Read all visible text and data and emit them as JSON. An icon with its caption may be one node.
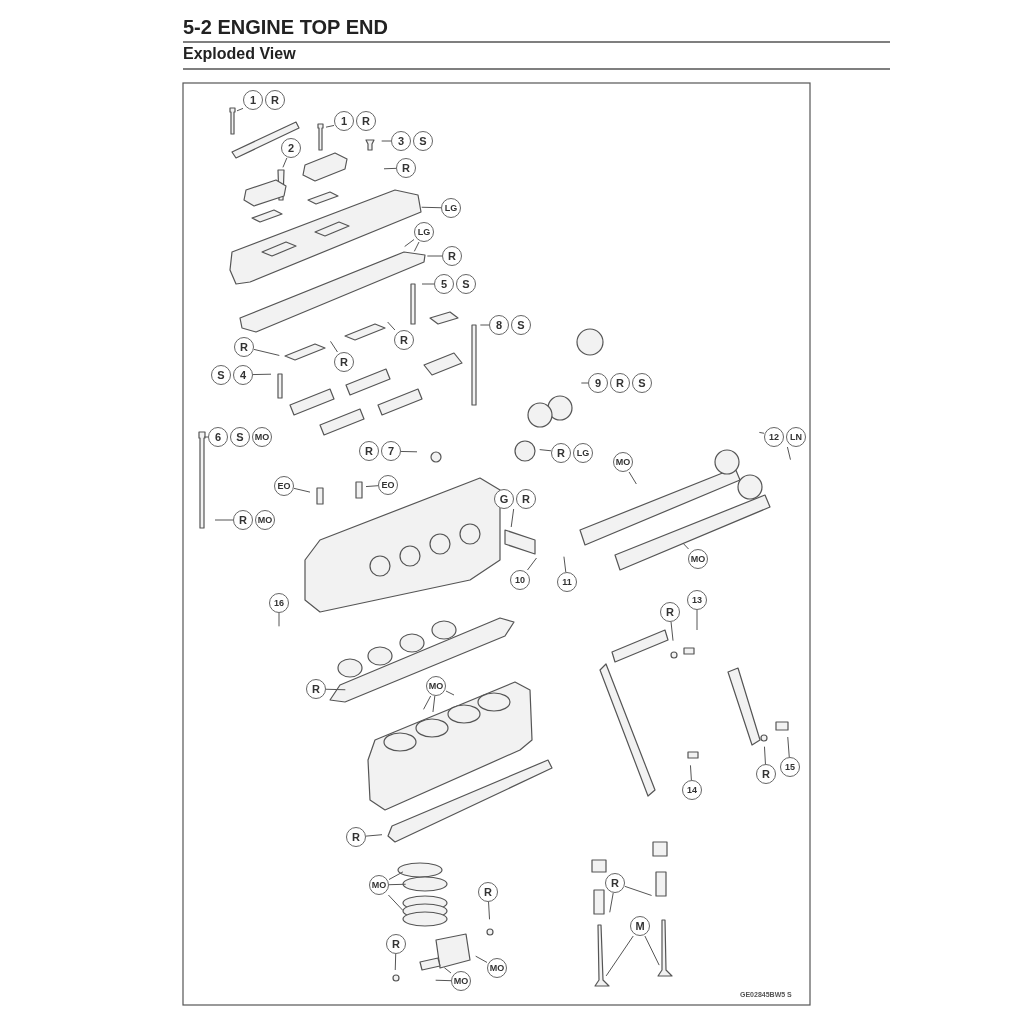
{
  "diagram": {
    "title": "5-2 ENGINE TOP END",
    "nodes": [
      {
        "text": [
          "1",
          "R"
        ]
      },
      {
        "text": [
          "1",
          "R"
        ]
      },
      {
        "text": [
          "2"
        ]
      },
      {
        "text": [
          "3",
          "S"
        ]
      },
      {
        "text": [
          "R"
        ]
      },
      {
        "text": [
          "LG"
        ]
      },
      {
        "text": [
          "LG"
        ]
      },
      {
        "text": [
          "R"
        ]
      },
      {
        "text": [
          "5",
          "S"
        ]
      },
      {
        "text": [
          "8",
          "S"
        ]
      },
      {
        "text": [
          "R"
        ]
      },
      {
        "text": [
          "R"
        ]
      },
      {
        "text": [
          "R"
        ]
      },
      {
        "text": [
          "S",
          "4"
        ]
      },
      {
        "text": [
          "9",
          "R",
          "S"
        ]
      },
      {
        "text": [
          "6",
          "S",
          "MO"
        ]
      },
      {
        "text": [
          "R",
          "7"
        ]
      },
      {
        "text": [
          "R",
          "LG"
        ]
      },
      {
        "text": [
          "12",
          "LN"
        ]
      },
      {
        "text": [
          "MO"
        ]
      },
      {
        "text": [
          "EO"
        ]
      },
      {
        "text": [
          "EO"
        ]
      },
      {
        "text": [
          "G",
          "R"
        ]
      },
      {
        "text": [
          "R",
          "MO"
        ]
      },
      {
        "text": [
          "10"
        ]
      },
      {
        "text": [
          "11"
        ]
      },
      {
        "text": [
          "MO"
        ]
      },
      {
        "text": [
          "16"
        ]
      },
      {
        "text": [
          "R"
        ]
      },
      {
        "text": [
          "13"
        ]
      },
      {
        "text": [
          "R"
        ]
      },
      {
        "text": [
          "MO"
        ]
      },
      {
        "text": [
          "15"
        ]
      },
      {
        "text": [
          "R"
        ]
      },
      {
        "text": [
          "14"
        ]
      },
      {
        "text": [
          "R"
        ]
      },
      {
        "text": [
          "MO"
        ]
      },
      {
        "text": [
          "R"
        ]
      },
      {
        "text": [
          "R"
        ]
      },
      {
        "text": [
          "M"
        ]
      },
      {
        "text": [
          "R"
        ]
      },
      {
        "text": [
          "MO"
        ]
      },
      {
        "text": [
          "MO"
        ]
      }
    ],
    "edges": [
      {
        "from": 0,
        "to": null,
        "arrow": "none"
      },
      {
        "from": 1,
        "to": null,
        "arrow": "none"
      },
      {
        "from": 2,
        "to": null,
        "arrow": "none"
      },
      {
        "from": 3,
        "to": null,
        "arrow": "none"
      },
      {
        "from": 4,
        "to": null,
        "arrow": "none"
      },
      {
        "from": 5,
        "to": null,
        "arrow": "none"
      },
      {
        "from": 6,
        "to": null,
        "arrow": "none"
      },
      {
        "from": 6,
        "to": null,
        "arrow": "none"
      },
      {
        "from": 7,
        "to": null,
        "arrow": "none"
      },
      {
        "from": 8,
        "to": null,
        "arrow": "none"
      },
      {
        "from": 9,
        "to": null,
        "arrow": "none"
      },
      {
        "from": 10,
        "to": null,
        "arrow": "none"
      },
      {
        "from": 11,
        "to": null,
        "arrow": "none"
      },
      {
        "from": 12,
        "to": null,
        "arrow": "none"
      },
      {
        "from": 13,
        "to": null,
        "arrow": "none"
      },
      {
        "from": 14,
        "to": null,
        "arrow": "none"
      },
      {
        "from": 15,
        "to": null,
        "arrow": "none"
      },
      {
        "from": 16,
        "to": null,
        "arrow": "none"
      },
      {
        "from": 17,
        "to": null,
        "arrow": "none"
      },
      {
        "from": 18,
        "to": null,
        "arrow": "none"
      },
      {
        "from": 18,
        "to": null,
        "arrow": "none"
      },
      {
        "from": 19,
        "to": null,
        "arrow": "none"
      },
      {
        "from": 20,
        "to": null,
        "arrow": "none"
      },
      {
        "from": 21,
        "to": null,
        "arrow": "none"
      },
      {
        "from": 22,
        "to": null,
        "arrow": "none"
      },
      {
        "from": 23,
        "to": null,
        "arrow": "none"
      },
      {
        "from": 24,
        "to": null,
        "arrow": "none"
      },
      {
        "from": 25,
        "to": null,
        "arrow": "none"
      },
      {
        "from": 26,
        "to": null,
        "arrow": "none"
      },
      {
        "from": 27,
        "to": null,
        "arrow": "none"
      },
      {
        "from": 28,
        "to": null,
        "arrow": "none"
      },
      {
        "from": 29,
        "to": null,
        "arrow": "none"
      },
      {
        "from": 30,
        "to": null,
        "arrow": "none"
      },
      {
        "from": 31,
        "to": null,
        "arrow": "none"
      },
      {
        "from": 31,
        "to": null,
        "arrow": "none"
      },
      {
        "from": 31,
        "to": null,
        "arrow": "none"
      },
      {
        "from": 32,
        "to": null,
        "arrow": "none"
      },
      {
        "from": 33,
        "to": null,
        "arrow": "none"
      },
      {
        "from": 34,
        "to": null,
        "arrow": "none"
      },
      {
        "from": 35,
        "to": null,
        "arrow": "none"
      },
      {
        "from": 36,
        "to": null,
        "arrow": "none"
      },
      {
        "from": 36,
        "to": null,
        "arrow": "none"
      },
      {
        "from": 36,
        "to": null,
        "arrow": "none"
      },
      {
        "from": 37,
        "to": null,
        "arrow": "none"
      },
      {
        "from": 38,
        "to": null,
        "arrow": "none"
      },
      {
        "from": 38,
        "to": null,
        "arrow": "none"
      },
      {
        "from": 39,
        "to": null,
        "arrow": "none"
      },
      {
        "from": 39,
        "to": null,
        "arrow": "none"
      },
      {
        "from": 40,
        "to": null,
        "arrow": "none"
      },
      {
        "from": 41,
        "to": null,
        "arrow": "none"
      },
      {
        "from": 42,
        "to": null,
        "arrow": "none"
      },
      {
        "from": 42,
        "to": null,
        "arrow": "none"
      }
    ],
    "labels": [
      "Exploded View",
      "GE02845BW5 S"
    ]
  }
}
